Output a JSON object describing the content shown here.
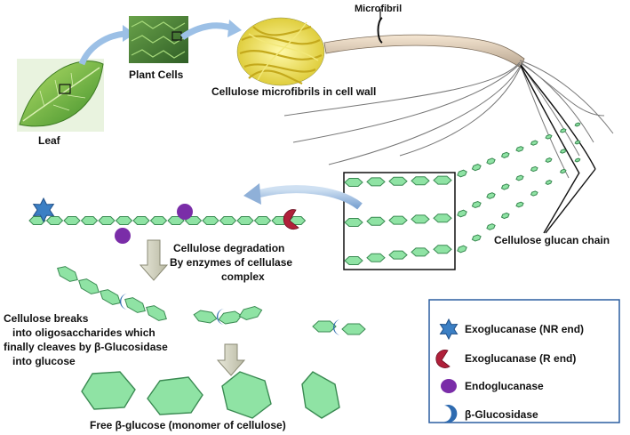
{
  "labels": {
    "leaf": "Leaf",
    "plant_cells": "Plant Cells",
    "cell_wall": "Cellulose microfibrils in cell wall",
    "microfibril": "Microfibril",
    "glucan_chain": "Cellulose glucan chain",
    "degradation_1": "Cellulose degradation",
    "degradation_2": "By enzymes of cellulase",
    "degradation_3": "complex",
    "breaks_1": "Cellulose breaks",
    "breaks_2": "into oligosaccharides which",
    "breaks_3": "finally cleaves by β-Glucosidase",
    "breaks_4": "into glucose",
    "free_glucose": "Free β-glucose (monomer of cellulose)"
  },
  "legend": {
    "items": [
      {
        "label": "Exoglucanase (NR end)",
        "icon": "star-icon",
        "color": "#3b7fc4"
      },
      {
        "label": "Exoglucanase (R end)",
        "icon": "pacman-icon",
        "color": "#b0203a"
      },
      {
        "label": "Endoglucanase",
        "icon": "circle-icon",
        "color": "#7a2da8"
      },
      {
        "label": "β-Glucosidase",
        "icon": "crescent-icon",
        "color": "#2e6bb0"
      }
    ]
  },
  "colors": {
    "glucose_fill": "#8fe3a4",
    "glucose_stroke": "#3a8a52",
    "arrow": "#8fb0d8",
    "leaf": "#6db83a",
    "microfibril_yellow": "#e2da3c"
  }
}
